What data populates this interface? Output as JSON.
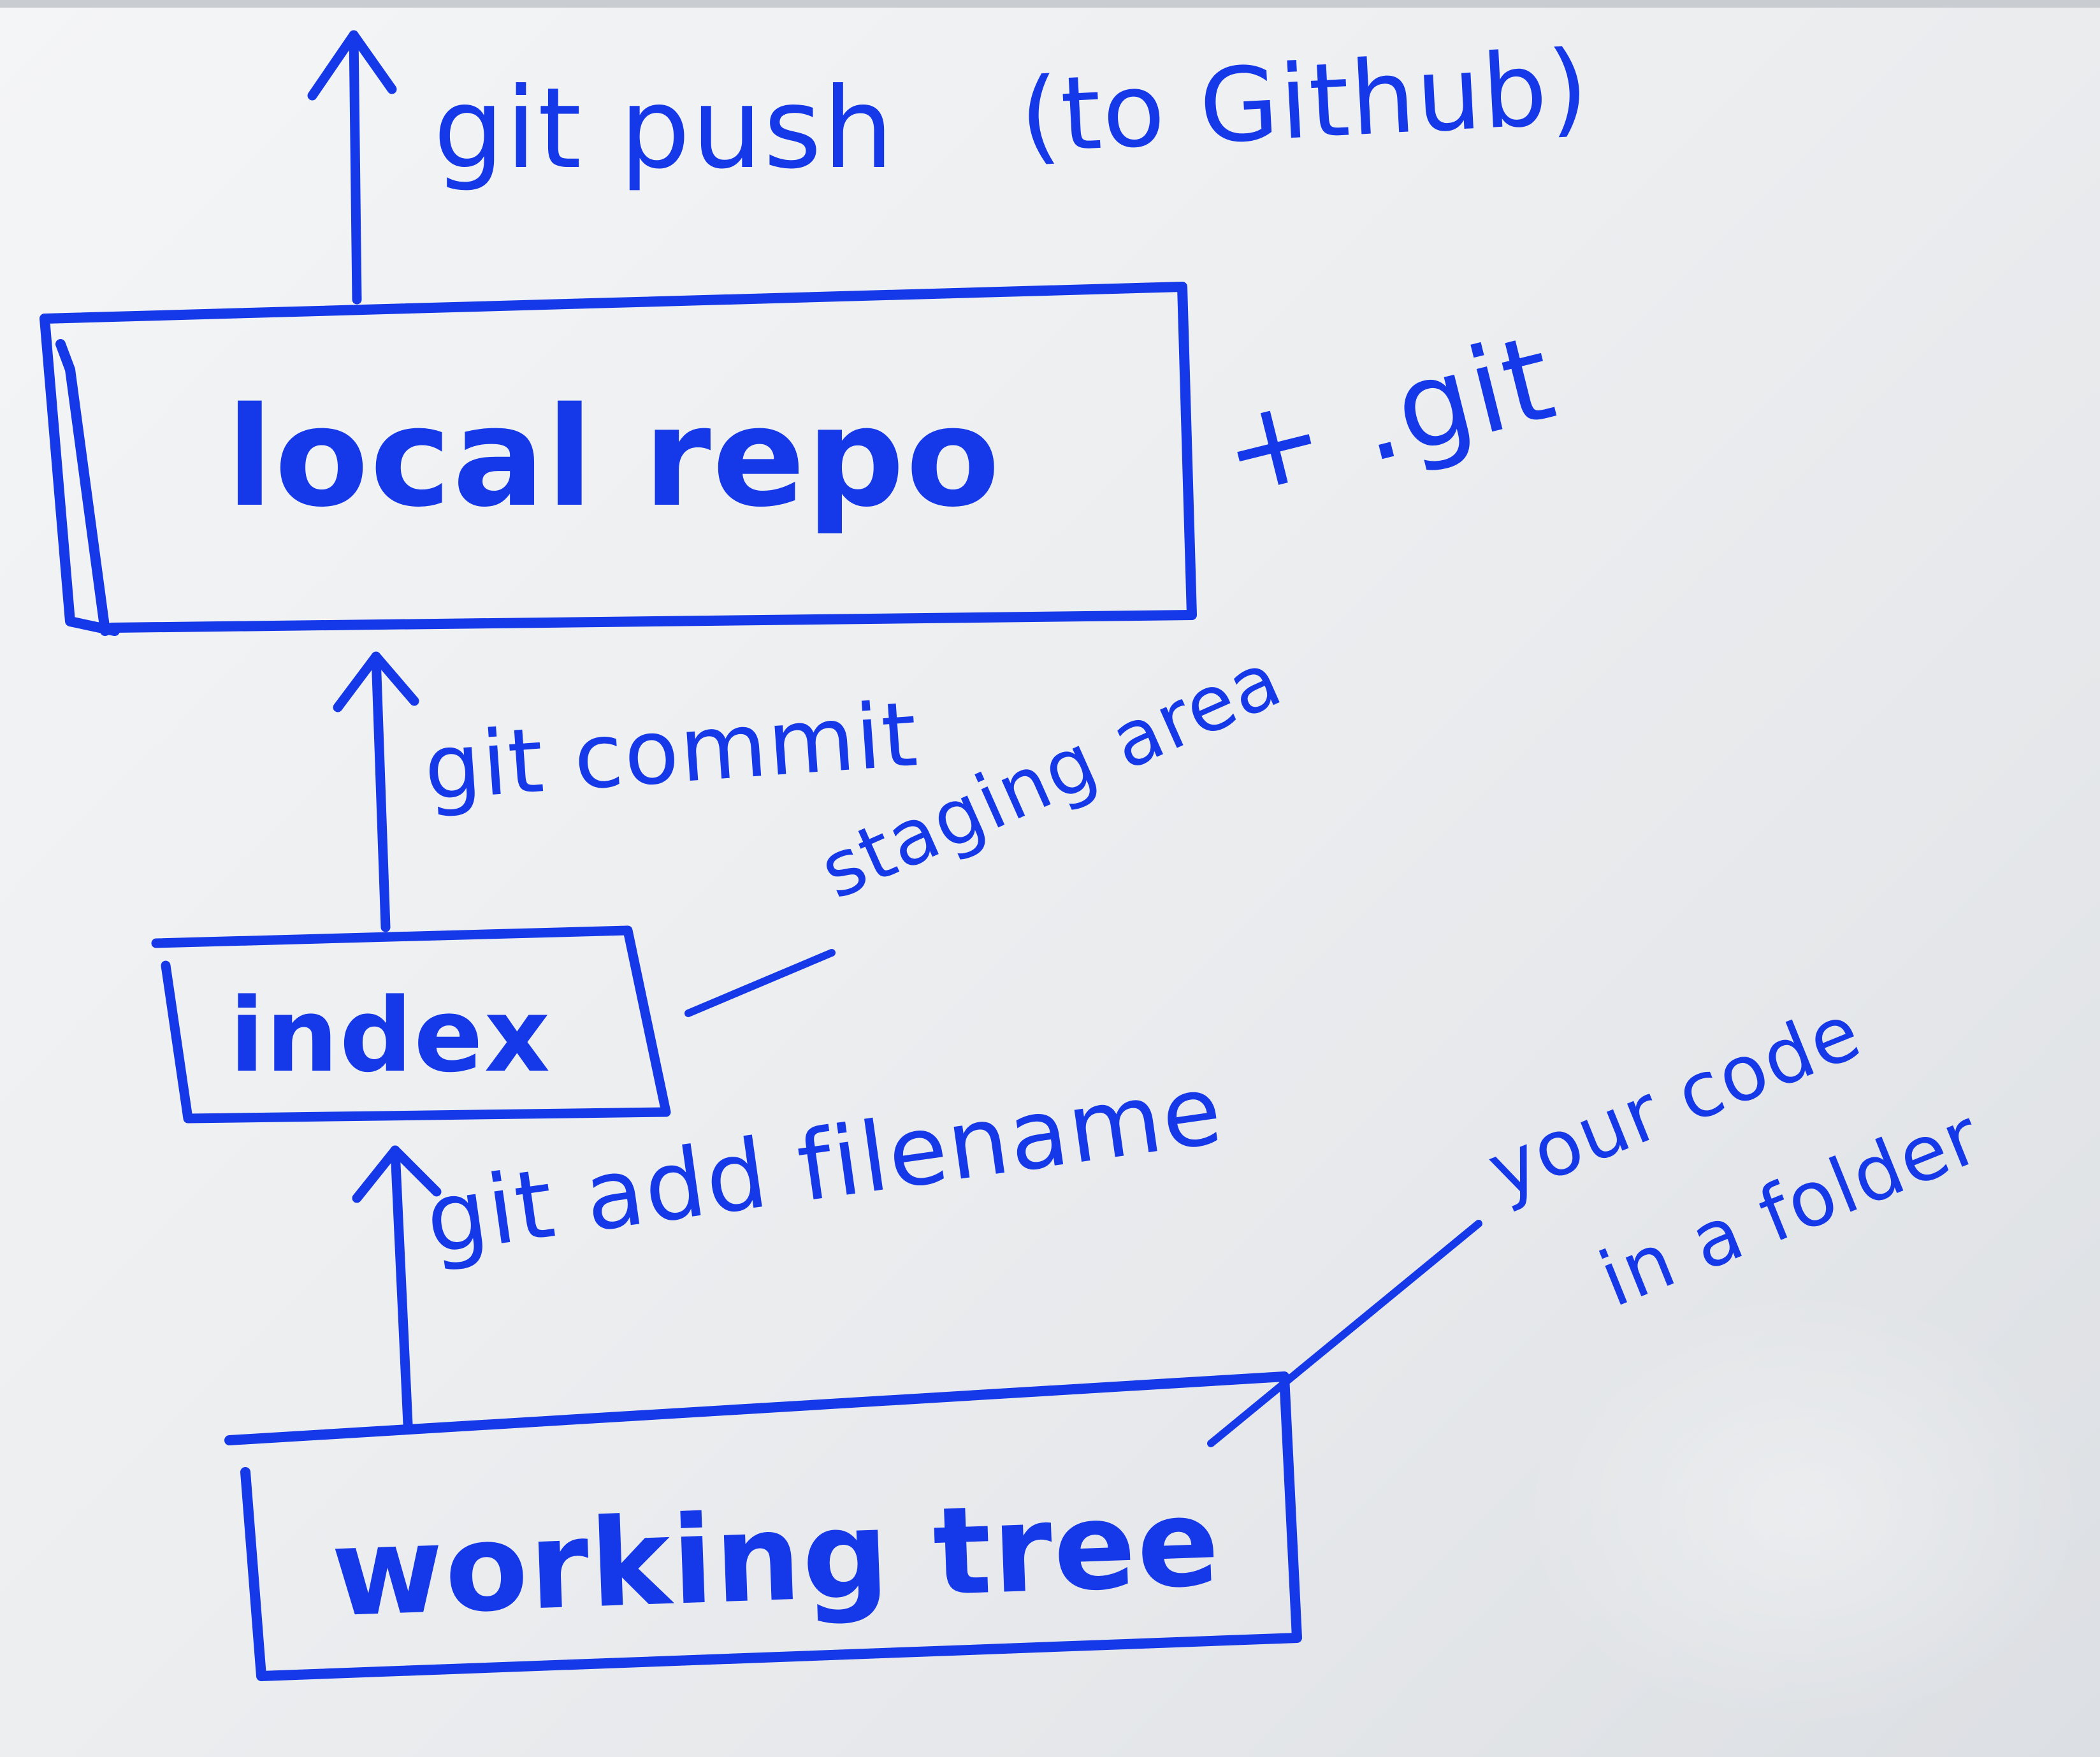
{
  "title": "Git workflow whiteboard",
  "ink_color": "#1538e8",
  "nodes": {
    "local_repo": "local repo",
    "index": "index",
    "working_tree": "working tree"
  },
  "commands": {
    "push": "git push",
    "push_target": "(to Github)",
    "commit": "git commit",
    "add": "git add filename"
  },
  "annotations": {
    "local_repo_note": "+ .git",
    "index_note": "staging area",
    "working_tree_note_line1": "your code",
    "working_tree_note_line2": "in a folder"
  }
}
